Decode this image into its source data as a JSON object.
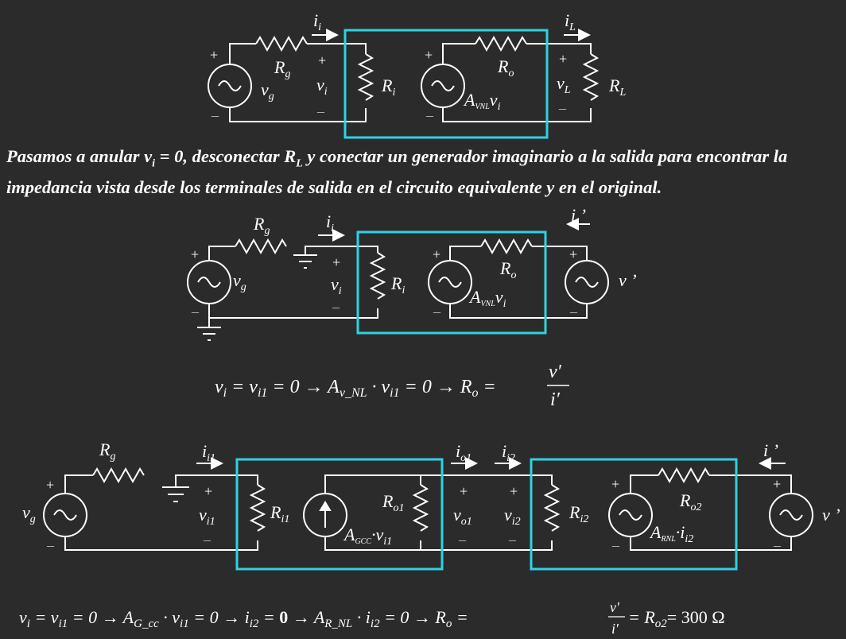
{
  "circuit1": {
    "ii": "i",
    "ii_sub": "i",
    "iL": "i",
    "iL_sub": "L",
    "Rg": "R",
    "Rg_sub": "g",
    "vg": "v",
    "vg_sub": "g",
    "vi": "v",
    "vi_sub": "i",
    "Ri": "R",
    "Ri_sub": "i",
    "Ro": "R",
    "Ro_sub": "o",
    "gain": "A",
    "gain_sub": "VNL",
    "gain_tail": "v",
    "gain_tail_sub": "i",
    "vL": "v",
    "vL_sub": "L",
    "RL": "R",
    "RL_sub": "L",
    "plus": "+",
    "minus": "–"
  },
  "paragraph": {
    "t1": "Pasamos a anular v",
    "t1_sub": "i",
    "t2": " = 0, desconectar R",
    "t2_sub": "L",
    "t3": " y conectar un generador imaginario a la salida para encontrar la impedancia vista desde los terminales de salida en el circuito equivalente y en el original."
  },
  "circuit2": {
    "Rg": "R",
    "Rg_sub": "g",
    "ii": "i",
    "ii_sub": "i",
    "iprime": "i ’",
    "vg": "v",
    "vg_sub": "g",
    "vi": "v",
    "vi_sub": "i",
    "Ri": "R",
    "Ri_sub": "i",
    "Ro": "R",
    "Ro_sub": "o",
    "gain": "A",
    "gain_sub": "VNL",
    "gain_tail": "v",
    "gain_tail_sub": "i",
    "vprime": "v ’"
  },
  "equation1": {
    "p1": "v",
    "p1s": "i",
    "p2": " = v",
    "p2s": "i1",
    "p3": " = 0 → A",
    "p3s": "v_NL",
    "p4": " · v",
    "p4s": "i1",
    "p5": "  =  0 → R",
    "p5s": "o",
    "p6": " = ",
    "num": "v′",
    "den": "i′"
  },
  "circuit3": {
    "Rg": "R",
    "Rg_sub": "g",
    "vg": "v",
    "vg_sub": "g",
    "ii1": "i",
    "ii1_sub": "i1",
    "vi1": "v",
    "vi1_sub": "i1",
    "Ri1": "R",
    "Ri1_sub": "i1",
    "gain1": "A",
    "gain1_sub": "GCC",
    "gain1_mid": "·v",
    "gain1_tail_sub": "i1",
    "Ro1": "R",
    "Ro1_sub": "o1",
    "io1": "i",
    "io1_sub": "o1",
    "vo1": "v",
    "vo1_sub": "o1",
    "ii2": "i",
    "ii2_sub": "i2",
    "vi2": "v",
    "vi2_sub": "i2",
    "Ri2": "R",
    "Ri2_sub": "i2",
    "Ro2": "R",
    "Ro2_sub": "o2",
    "gain2": "A",
    "gain2_sub": "RNL",
    "gain2_mid": "·i",
    "gain2_tail_sub": "i2",
    "iprime": "i ’",
    "vprime": "v ’"
  },
  "equation2": {
    "p1": "v",
    "p1s": "i",
    "p2": " = v",
    "p2s": "i1",
    "p3": "  =  0  → A",
    "p3s": "G_cc",
    "p4": " · v",
    "p4s": "i1",
    "p5": "  =  0 → i",
    "p5s": "i2",
    "p6": "  =  ",
    "zero": "0",
    "p7": " → A",
    "p7s": "R_NL",
    "p8": " · i",
    "p8s": "i2",
    "p9": "  =  0 → R",
    "p9s": "o",
    "p10": " = ",
    "num": "v′",
    "den": "i′",
    "p11": " = R",
    "p11s": "o2",
    "p12": "= 300 Ω"
  },
  "colors": {
    "background": "#2b2b2b",
    "wire": "#ffffff",
    "box": "#2ed3e0",
    "minus": "#bbbbbb"
  }
}
